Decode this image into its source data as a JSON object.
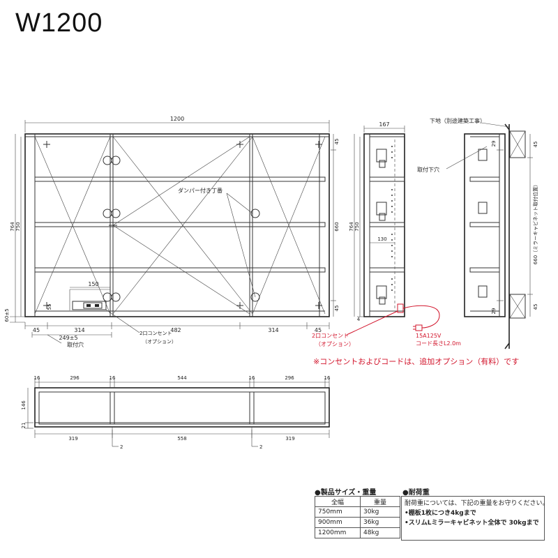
{
  "title": "W1200",
  "front": {
    "width_top": "1200",
    "height_outer": "764",
    "height_inner": "750",
    "right_top": "45",
    "right_mid": "660",
    "right_bottom": "45",
    "left_bottom": "60±5",
    "bottom_dims": [
      "45",
      "314",
      "482",
      "314",
      "45"
    ],
    "outlet_width": "150",
    "hole_dim": "249±5",
    "label_hole": "取付穴",
    "label_damper": "ダンパー付き丁番",
    "label_outlet": "2口コンセント",
    "label_option": "（オプション）",
    "label_55": "55"
  },
  "side": {
    "depth": "167",
    "height_outer": "764",
    "height_inner": "750",
    "dim_130": "130",
    "dim_4": "4",
    "label_outlet": "2口コンセント",
    "label_option": "（オプション）",
    "cord_spec": "15A125V",
    "cord_length": "コード長さL2.0m"
  },
  "install": {
    "label_base": "下地（別途建築工事）",
    "label_hole": "取付下穴",
    "dim_top": "45",
    "dim_29_top": "29",
    "dim_29_bottom": "29",
    "dim_bottom": "45",
    "dim_660": "660（ミラーキャビネット取付位置）"
  },
  "note": "※コンセントおよびコードは、追加オプション（有料）です",
  "plan": {
    "top_dims": [
      "16",
      "296",
      "16",
      "544",
      "16",
      "296",
      "16"
    ],
    "left_dims": [
      "146",
      "21"
    ],
    "bottom_dims": [
      "319",
      "558",
      "319"
    ],
    "gap_labels": [
      "2",
      "2"
    ]
  },
  "spec": {
    "size_header": "●製品サイズ・重量",
    "load_header": "●耐荷重",
    "col_width": "全幅",
    "col_weight": "重量",
    "rows": [
      {
        "width": "750mm",
        "weight": "30kg"
      },
      {
        "width": "900mm",
        "weight": "36kg"
      },
      {
        "width": "1200mm",
        "weight": "48kg"
      }
    ],
    "load_intro": "耐荷重については、下記の重量をお守りください。",
    "load_shelf": "•棚板1枚につき4kgまで",
    "load_total": "•スリムLミラーキャビネット全体で 30kgまで"
  }
}
